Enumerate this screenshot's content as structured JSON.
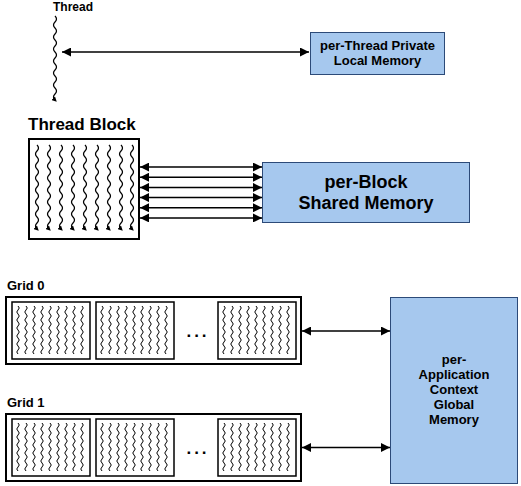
{
  "diagram": {
    "nodes": [
      {
        "text": [
          "per-Thread Private Local Memory"
        ]
      },
      {
        "text": [
          "Thread Block"
        ]
      },
      {
        "text": [
          "per-Block Shared Memory"
        ]
      },
      {
        "text": [
          "Grid 0"
        ]
      },
      {
        "text": [
          "Grid 1"
        ]
      },
      {
        "text": [
          "per- Application Context Global Memory"
        ]
      }
    ],
    "edges": [
      {
        "from": 1,
        "to": 2,
        "arrow": "both"
      },
      {
        "from": 1,
        "to": 2,
        "arrow": "both"
      },
      {
        "from": 1,
        "to": 2,
        "arrow": "both"
      },
      {
        "from": 1,
        "to": 2,
        "arrow": "both"
      },
      {
        "from": 1,
        "to": 2,
        "arrow": "both"
      },
      {
        "from": 1,
        "to": 2,
        "arrow": "both"
      },
      {
        "from": 3,
        "to": 5,
        "arrow": "both"
      },
      {
        "from": 4,
        "to": 5,
        "arrow": "both"
      }
    ],
    "labels": [
      "Thread",
      "...",
      "..."
    ]
  }
}
